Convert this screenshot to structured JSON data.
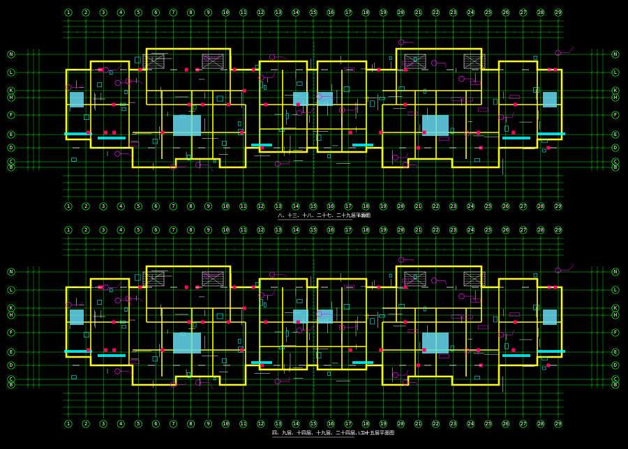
{
  "drawing": {
    "background": "#000000",
    "colors": {
      "grid": "#00ff00",
      "wall": "#ffff00",
      "partition": "#ffffff",
      "column": "#ff0066",
      "annotation": "#ff00ff",
      "fill": "#66d9ee",
      "fixture": "#00ffff",
      "dimension": "#00cc00"
    },
    "column_axes": [
      "1",
      "2",
      "3",
      "4",
      "5",
      "6",
      "7",
      "8",
      "9",
      "10",
      "11",
      "12",
      "13",
      "14",
      "15",
      "16",
      "17",
      "18",
      "19",
      "20",
      "21",
      "22",
      "23",
      "24",
      "25",
      "26",
      "27",
      "28",
      "29"
    ],
    "row_axes": [
      "N",
      "L",
      "K",
      "H",
      "F",
      "E",
      "D",
      "C",
      "B"
    ],
    "plans": [
      {
        "title": "八、十三、十八、二十七、二十九层平面图",
        "scale": "1:100"
      },
      {
        "title": "四、九层、十四层、十九层、二十四层、二十五层平面图",
        "scale": "1:100"
      }
    ]
  }
}
